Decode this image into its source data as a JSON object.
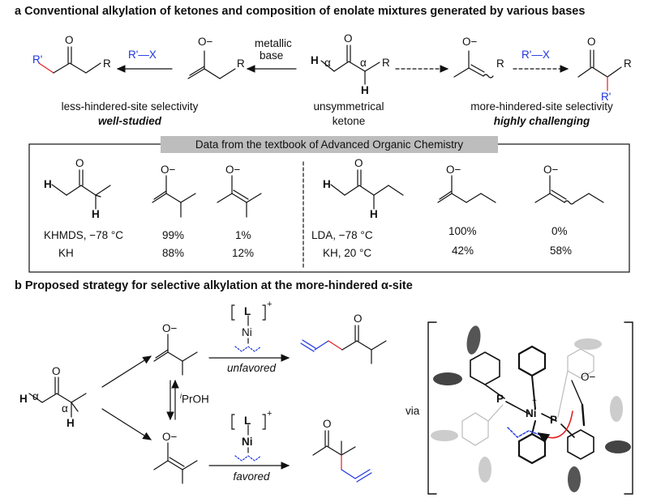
{
  "section_a": {
    "title": "a Conventional alkylation of ketones and composition of enolate mixtures generated by various bases",
    "reagent_left": "R'—X",
    "reagent_metallic_line1": "metallic",
    "reagent_metallic_line2": "base",
    "reagent_right": "R'—X",
    "caption_left_1": "less-hindered-site selectivity",
    "caption_left_2": "well-studied",
    "caption_mid_1": "unsymmetrical",
    "caption_mid_2": "ketone",
    "caption_right_1": "more-hindered-site selectivity",
    "caption_right_2": "highly challenging",
    "atom_R": "R",
    "atom_Rprime": "R'",
    "atom_H": "H",
    "atom_O": "O",
    "atom_Ominus": "O−",
    "alpha": "α"
  },
  "table": {
    "banner": "Data from the textbook of Advanced Organic Chemistry",
    "left_rows": [
      {
        "cond": "KHMDS, −78 °C",
        "v1": "99%",
        "v2": "1%"
      },
      {
        "cond": "KH",
        "v1": "88%",
        "v2": "12%"
      }
    ],
    "right_rows": [
      {
        "cond": "LDA, −78 °C",
        "v1": "100%",
        "v2": "0%"
      },
      {
        "cond": "KH, 20 °C",
        "v1": "42%",
        "v2": "58%"
      }
    ]
  },
  "section_b": {
    "title": "b Proposed strategy for selective alkylation at the more-hindered α-site",
    "catalyst_L": "L",
    "catalyst_Ni": "Ni",
    "catalyst_charge": "+",
    "unfavored": "unfavored",
    "favored": "favored",
    "iPrOH_sup": "i",
    "iPrOH": "PrOH",
    "via": "via",
    "P": "P",
    "Ni_plus": "+"
  }
}
